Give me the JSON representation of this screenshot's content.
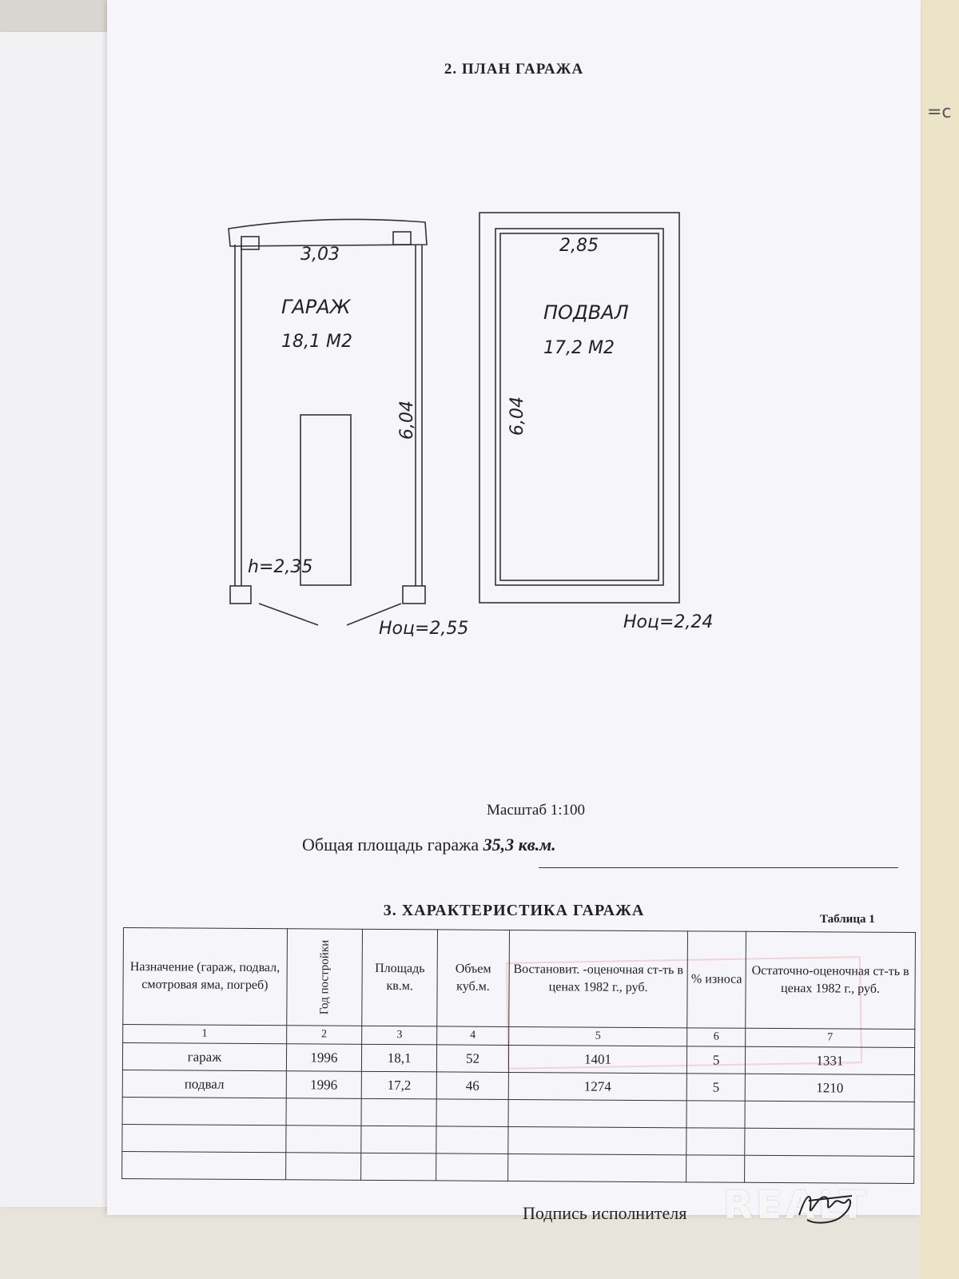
{
  "document": {
    "plan_title": "2. ПЛАН ГАРАЖА",
    "characteristics_title": "3. ХАРАКТЕРИСТИКА ГАРАЖА",
    "table_caption": "Таблица 1",
    "scale": "Масштаб 1:100",
    "total_area_label": "Общая площадь гаража",
    "total_area_value": "35,3 кв.м.",
    "signature_label": "Подпись исполнителя",
    "watermark": "REALT",
    "edge_mark": "=c"
  },
  "plan": {
    "garage": {
      "name": "ГАРАЖ",
      "area": "18,1 М2",
      "width": "3,03",
      "length": "6,04",
      "height": "h=2,35",
      "elevation": "Ноц=2,55"
    },
    "basement": {
      "name": "ПОДВАЛ",
      "area": "17,2 М2",
      "width": "2,85",
      "length": "6,04",
      "elevation": "Ноц=2,24"
    }
  },
  "table": {
    "headers": [
      "Назначение (гараж, подвал, смотровая яма, погреб)",
      "Год постройки",
      "Площадь кв.м.",
      "Объем куб.м.",
      "Востановит. -оценочная ст-ть в ценах 1982 г., руб.",
      "% износа",
      "Остаточно-оценочная ст-ть в ценах 1982 г., руб."
    ],
    "column_numbers": [
      "1",
      "2",
      "3",
      "4",
      "5",
      "6",
      "7"
    ],
    "rows": [
      [
        "гараж",
        "1996",
        "18,1",
        "52",
        "1401",
        "5",
        "1331"
      ],
      [
        "подвал",
        "1996",
        "17,2",
        "46",
        "1274",
        "5",
        "1210"
      ],
      [
        "",
        "",
        "",
        "",
        "",
        "",
        ""
      ],
      [
        "",
        "",
        "",
        "",
        "",
        "",
        ""
      ],
      [
        "",
        "",
        "",
        "",
        "",
        "",
        ""
      ]
    ]
  }
}
